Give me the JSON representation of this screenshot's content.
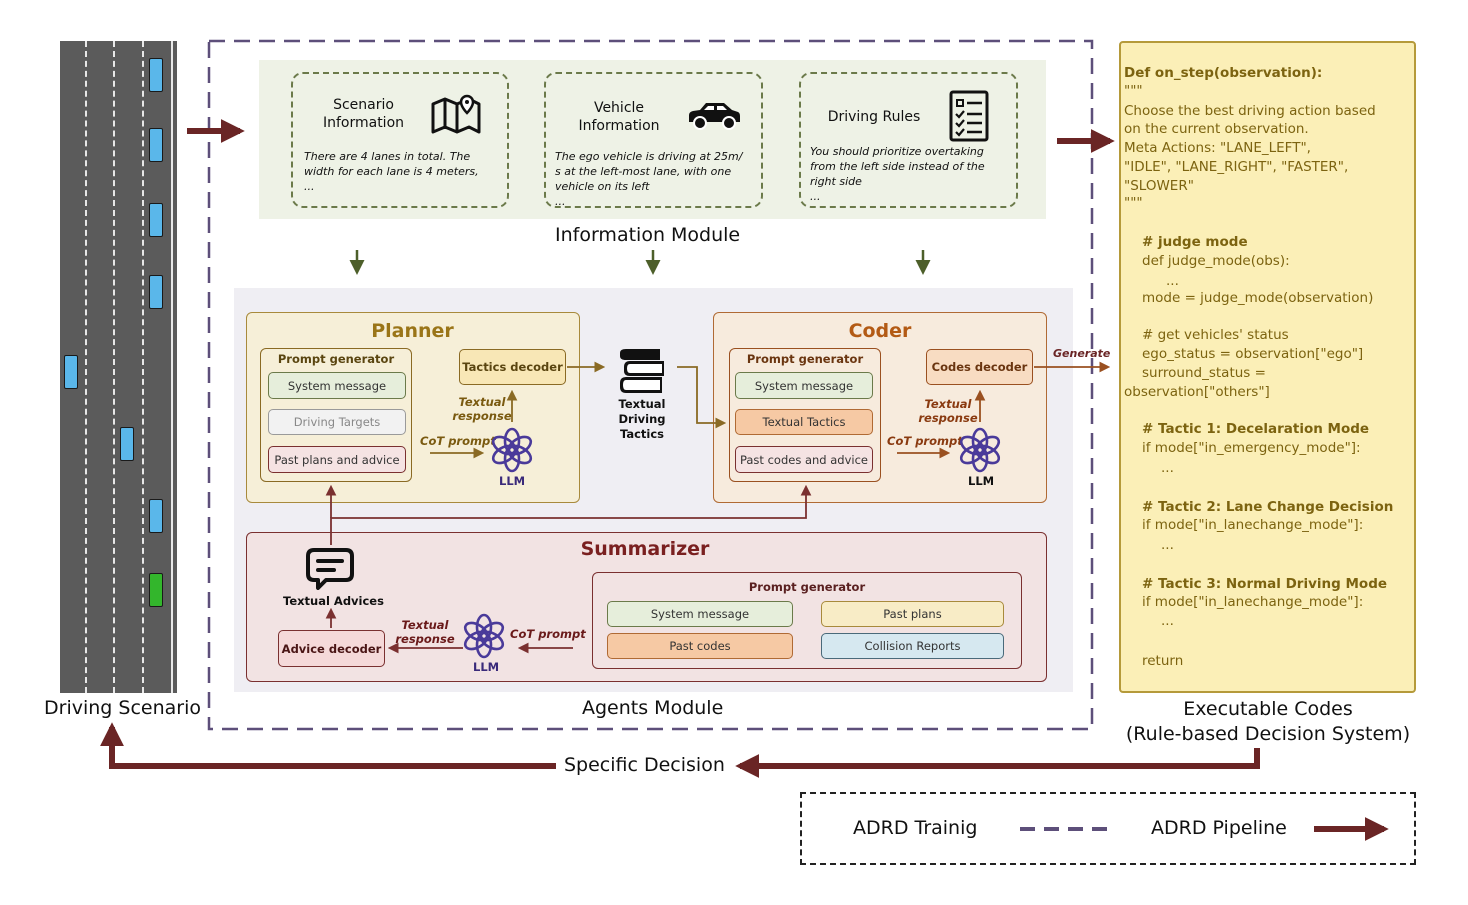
{
  "driving_scenario": {
    "label": "Driving Scenario"
  },
  "info_module": {
    "label": "Information Module",
    "cards": [
      {
        "title_line1": "Scenario",
        "title_line2": "Information",
        "text": [
          "There are 4 lanes in total. The",
          "width for each lane is 4 meters,",
          "..."
        ]
      },
      {
        "title_line1": "Vehicle",
        "title_line2": "Information",
        "text": [
          "The ego vehicle is driving at 25m/",
          "s at the left-most lane, with one",
          "vehicle on its left",
          "..."
        ]
      },
      {
        "title_line1": "Driving Rules",
        "title_line2": "",
        "text": [
          "You should prioritize overtaking",
          "from the left side instead of the",
          "right side",
          "..."
        ]
      }
    ]
  },
  "agents_module": {
    "label": "Agents Module",
    "planner": {
      "title": "Planner",
      "prompt_generator": "Prompt generator",
      "items": [
        "System message",
        "Driving Targets",
        "Past plans and advice"
      ],
      "decoder": "Tactics decoder",
      "response_line1": "Textual",
      "response_line2": "response",
      "cot": "CoT prompt",
      "llm": "LLM"
    },
    "tactics": {
      "line1": "Textual",
      "line2": "Driving",
      "line3": "Tactics"
    },
    "coder": {
      "title": "Coder",
      "prompt_generator": "Prompt generator",
      "items": [
        "System message",
        "Textual Tactics",
        "Past codes and advice"
      ],
      "decoder": "Codes decoder",
      "response_line1": "Textual",
      "response_line2": "response",
      "cot": "CoT prompt",
      "llm": "LLM",
      "generate": "Generate"
    },
    "summarizer": {
      "title": "Summarizer",
      "advices": "Textual Advices",
      "decoder": "Advice decoder",
      "response_line1": "Textual",
      "response_line2": "response",
      "cot": "CoT prompt",
      "llm": "LLM",
      "prompt_generator": "Prompt generator",
      "items": [
        "System message",
        "Past plans",
        "Past codes",
        "Collision Reports"
      ]
    }
  },
  "code": {
    "lines": [
      "Def on_step(observation):",
      "\"\"\"",
      "    Choose the best driving action based",
      "on the current observation.",
      "    Meta Actions: \"LANE_LEFT\",",
      "\"IDLE\", \"LANE_RIGHT\", \"FASTER\",",
      "\"SLOWER\"",
      "\"\"\"",
      "# judge mode",
      "def judge_mode(obs):",
      "...",
      "mode = judge_mode(observation)",
      "# get vehicles' status",
      "ego_status = observation[\"ego\"]",
      "surround_status =",
      "observation[\"others\"]",
      "# Tactic 1: Decelaration Mode",
      "if mode[\"in_emergency_mode\"]:",
      "...",
      "# Tactic 2: Lane Change Decision",
      " if mode[\"in_lanechange_mode\"]:",
      "...",
      "# Tactic 3: Normal Driving Mode",
      "if mode[\"in_lanechange_mode\"]:",
      "...",
      "return"
    ],
    "caption_line1": "Executable Codes",
    "caption_line2": "(Rule-based Decision System)"
  },
  "feedback": {
    "label": "Specific Decision"
  },
  "legend": {
    "training": "ADRD Trainig",
    "pipeline": "ADRD Pipeline"
  },
  "colors": {
    "pipeline_arrow": "#6a2525",
    "dashed_frame": "#5d4f7a",
    "info_arrow": "#4d5f2a",
    "planner_border": "#a88a3c",
    "coder_border": "#b06a34",
    "summarizer_border": "#7a3030",
    "code_text": "#7c6310"
  }
}
